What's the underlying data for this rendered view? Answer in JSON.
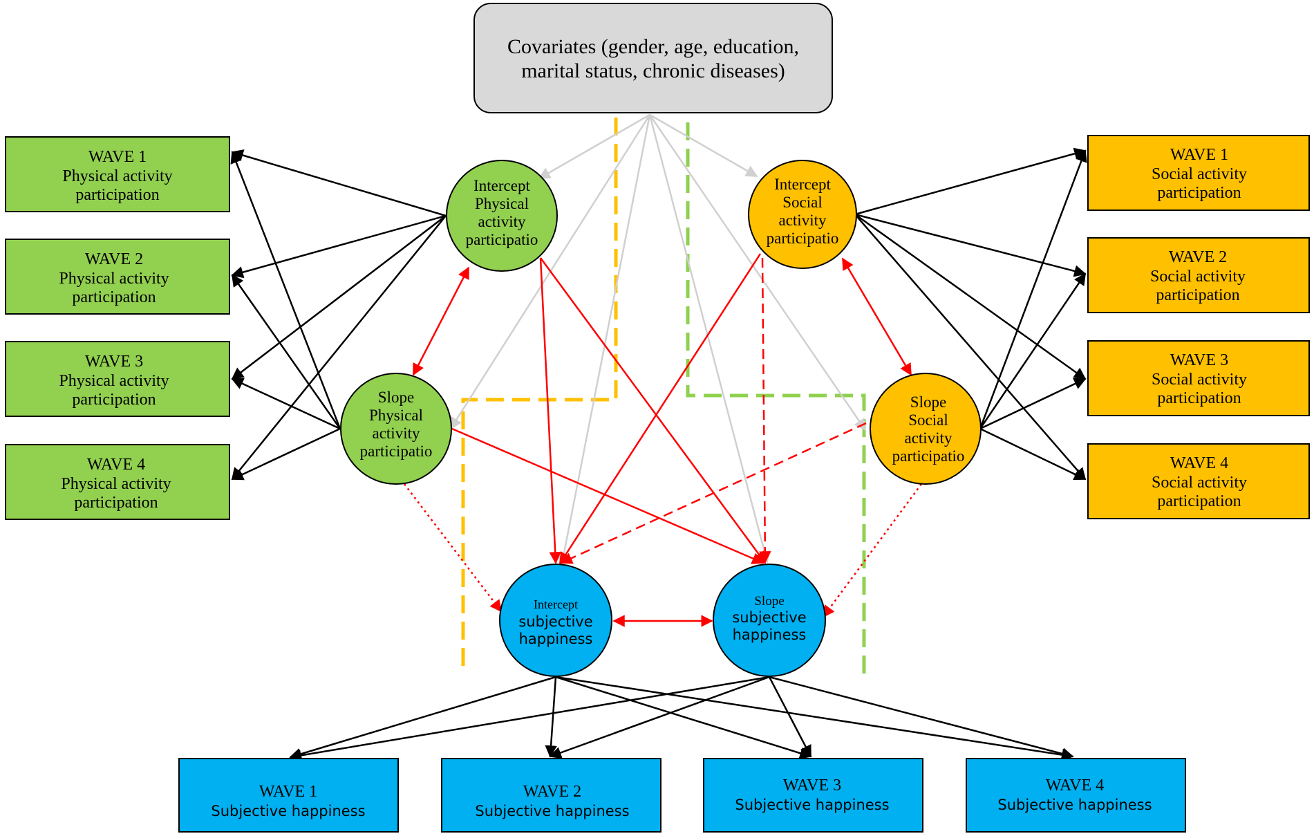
{
  "colors": {
    "green": "#92D050",
    "orange": "#FFC000",
    "blue": "#00B0F0",
    "gray": "#D9D9D9",
    "red": "#FF0000",
    "black": "#000000",
    "light_gray_arrow": "#D0D0D0",
    "green_dash": "#8FD14F",
    "orange_dash": "#FFC000"
  },
  "covariates": {
    "line1": "Covariates (gender, age, education,",
    "line2": "marital status, chronic diseases)"
  },
  "physical_waves": [
    {
      "wave": "WAVE 1",
      "line2": "Physical activity",
      "line3": "participation"
    },
    {
      "wave": "WAVE 2",
      "line2": "Physical activity",
      "line3": "participation"
    },
    {
      "wave": "WAVE 3",
      "line2": "Physical activity",
      "line3": "participation"
    },
    {
      "wave": "WAVE 4",
      "line2": "Physical activity",
      "line3": "participation"
    }
  ],
  "social_waves": [
    {
      "wave": "WAVE 1",
      "line2": "Social activity",
      "line3": "participation"
    },
    {
      "wave": "WAVE 2",
      "line2": "Social activity",
      "line3": "participation"
    },
    {
      "wave": "WAVE 3",
      "line2": "Social activity",
      "line3": "participation"
    },
    {
      "wave": "WAVE 4",
      "line2": "Social activity",
      "line3": "participation"
    }
  ],
  "happiness_waves": [
    {
      "wave": "WAVE 1",
      "line2": "Subjective happiness"
    },
    {
      "wave": "WAVE 2",
      "line2": "Subjective happiness"
    },
    {
      "wave": "WAVE 3",
      "line2": "Subjective happiness"
    },
    {
      "wave": "WAVE 4",
      "line2": "Subjective happiness"
    }
  ],
  "latent": {
    "intercept_physical": [
      "Intercept",
      "Physical",
      "activity",
      "participatio"
    ],
    "slope_physical": [
      "Slope",
      "Physical",
      "activity",
      "participatio"
    ],
    "intercept_social": [
      "Intercept",
      "Social",
      "activity",
      "participatio"
    ],
    "slope_social": [
      "Slope",
      "Social",
      "activity",
      "participatio"
    ],
    "intercept_happiness": [
      "Intercept",
      "subjective",
      "happiness"
    ],
    "slope_happiness": [
      "Slope",
      "subjective",
      "happiness"
    ]
  }
}
